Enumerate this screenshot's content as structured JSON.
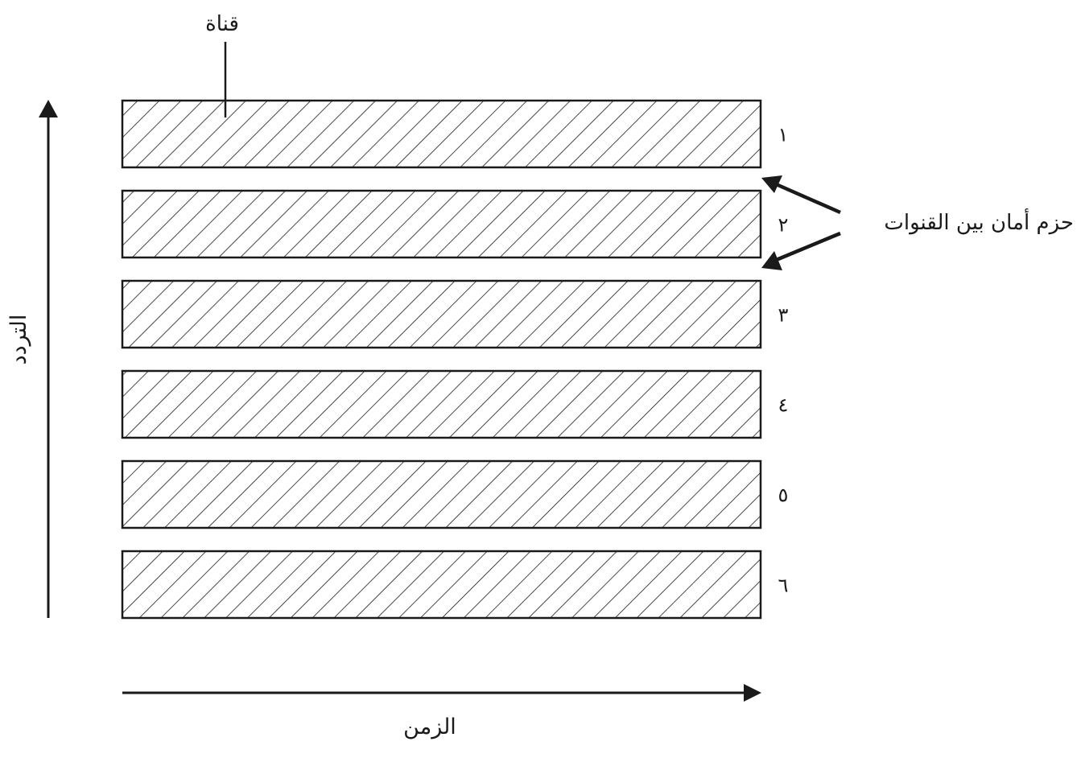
{
  "labels": {
    "channel": "قناة",
    "guard_bands": "حزم أمان بين القنوات",
    "frequency_axis": "التردد",
    "time_axis": "الزمن"
  },
  "channels": [
    {
      "number": "١"
    },
    {
      "number": "٢"
    },
    {
      "number": "٣"
    },
    {
      "number": "٤"
    },
    {
      "number": "٥"
    },
    {
      "number": "٦"
    }
  ],
  "colors": {
    "ink": "#1a1a1a",
    "background": "#ffffff"
  }
}
